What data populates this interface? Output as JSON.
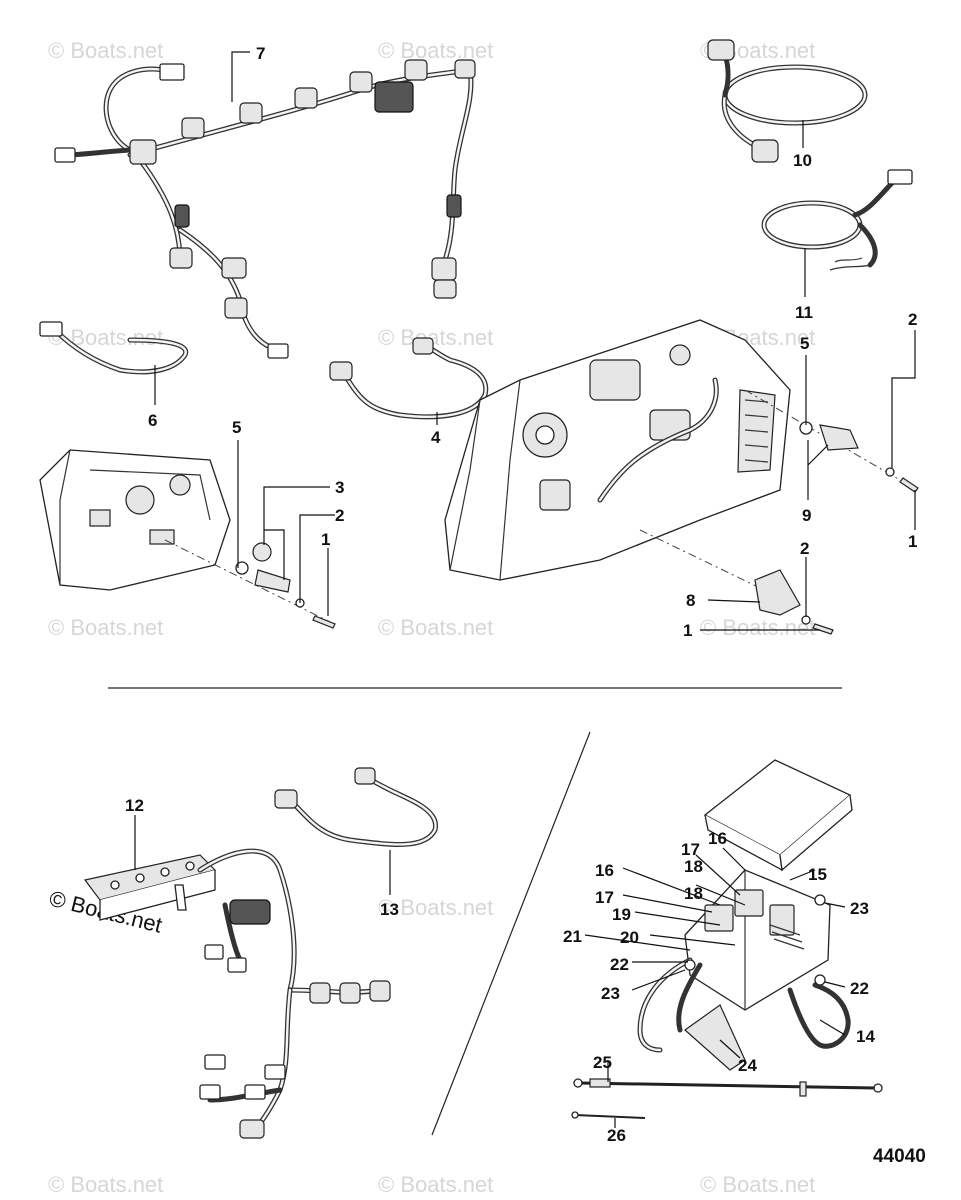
{
  "diagram_id": "44040",
  "watermark": "© Boats.net",
  "callouts": [
    "1",
    "2",
    "3",
    "4",
    "5",
    "6",
    "7",
    "8",
    "9",
    "10",
    "11",
    "12",
    "13",
    "14",
    "15",
    "16",
    "17",
    "18",
    "19",
    "20",
    "21",
    "22",
    "23",
    "24",
    "25",
    "26"
  ]
}
